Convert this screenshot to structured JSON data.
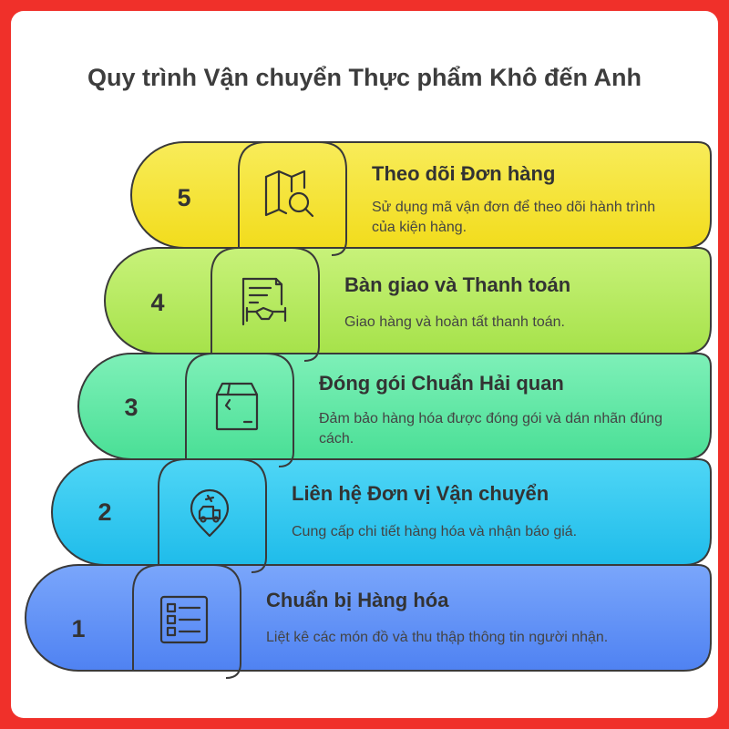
{
  "title": "Quy trình Vận chuyển Thực phẩm Khô đến Anh",
  "steps": [
    {
      "number": "1",
      "title": "Chuẩn bị Hàng hóa",
      "description": "Liệt kê các món đồ và thu thập thông tin người nhận.",
      "color": "#5b8ff7",
      "icon": "checklist-icon"
    },
    {
      "number": "2",
      "title": "Liên hệ Đơn vị Vận chuyển",
      "description": "Cung cấp chi tiết hàng hóa và nhận báo giá.",
      "color": "#27c8f0",
      "icon": "delivery-location-icon"
    },
    {
      "number": "3",
      "title": "Đóng gói Chuẩn Hải quan",
      "description": "Đảm bảo hàng hóa được đóng gói và dán nhãn đúng cách.",
      "color": "#5fe8a4",
      "icon": "package-box-icon"
    },
    {
      "number": "4",
      "title": "Bàn giao và Thanh toán",
      "description": "Giao hàng và hoàn tất thanh toán.",
      "color": "#b5ec5c",
      "icon": "contract-handshake-icon"
    },
    {
      "number": "5",
      "title": "Theo dõi Đơn hàng",
      "description": "Sử dụng mã vận đơn để theo dõi hành trình của kiện hàng.",
      "color": "#f4e430",
      "icon": "map-search-icon"
    }
  ]
}
